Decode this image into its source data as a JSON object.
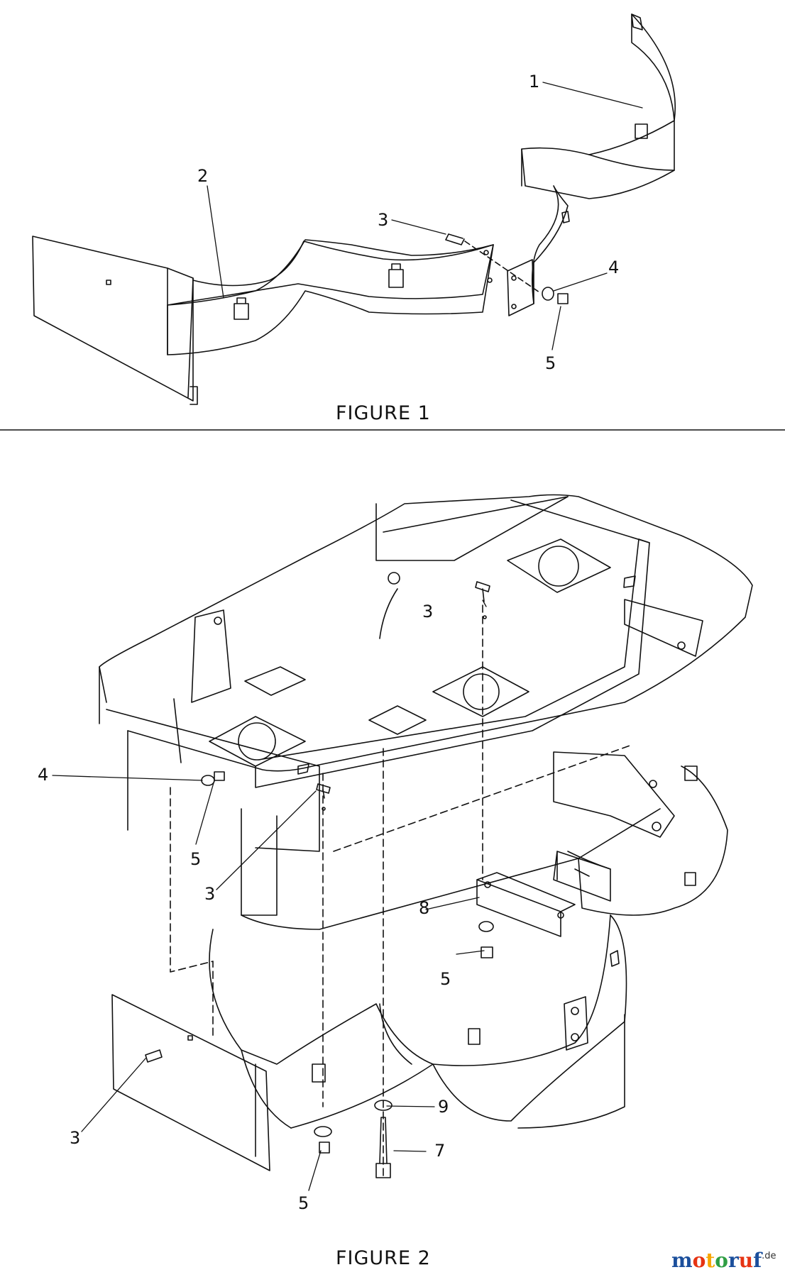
{
  "figure1": {
    "title": "FIGURE 1",
    "callouts": [
      "1",
      "2",
      "3",
      "4",
      "5"
    ]
  },
  "figure2": {
    "title": "FIGURE 2",
    "callouts": [
      "3",
      "4",
      "5",
      "3",
      "8",
      "5",
      "9",
      "7",
      "5",
      "3"
    ]
  },
  "watermark": {
    "m": "m",
    "o1": "o",
    "t": "t",
    "o2": "o",
    "r": "r",
    "u": "u",
    "f": "f",
    "tld": ".de",
    "colors": [
      "#1b4f9c",
      "#e63312",
      "#f7a600",
      "#2f9e44",
      "#1b4f9c",
      "#e63312",
      "#1b4f9c"
    ]
  }
}
